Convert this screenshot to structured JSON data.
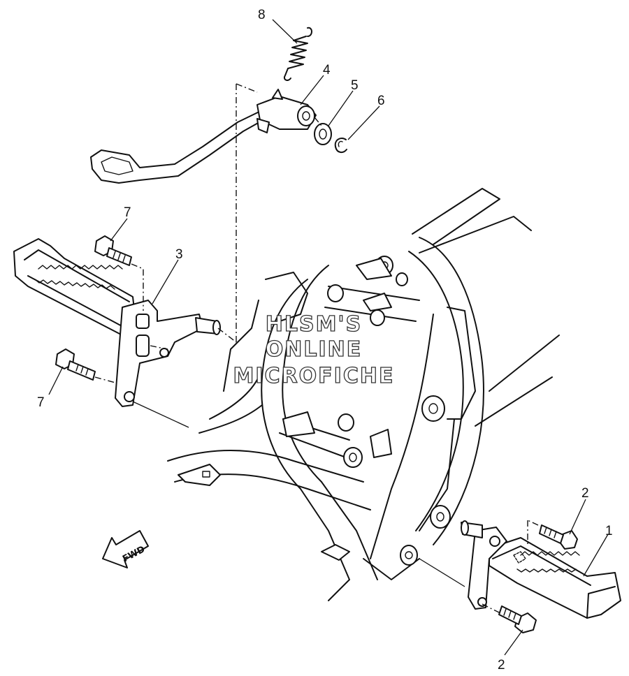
{
  "callouts": {
    "c1": "1",
    "c2a": "2",
    "c2b": "2",
    "c3": "3",
    "c4": "4",
    "c5": "5",
    "c6": "6",
    "c7a": "7",
    "c7b": "7",
    "c8": "8"
  },
  "watermark": {
    "line1": "HLSM'S",
    "line2": "ONLINE",
    "line3": "MICROFICHE"
  },
  "direction_arrow": {
    "label": "FWD"
  }
}
